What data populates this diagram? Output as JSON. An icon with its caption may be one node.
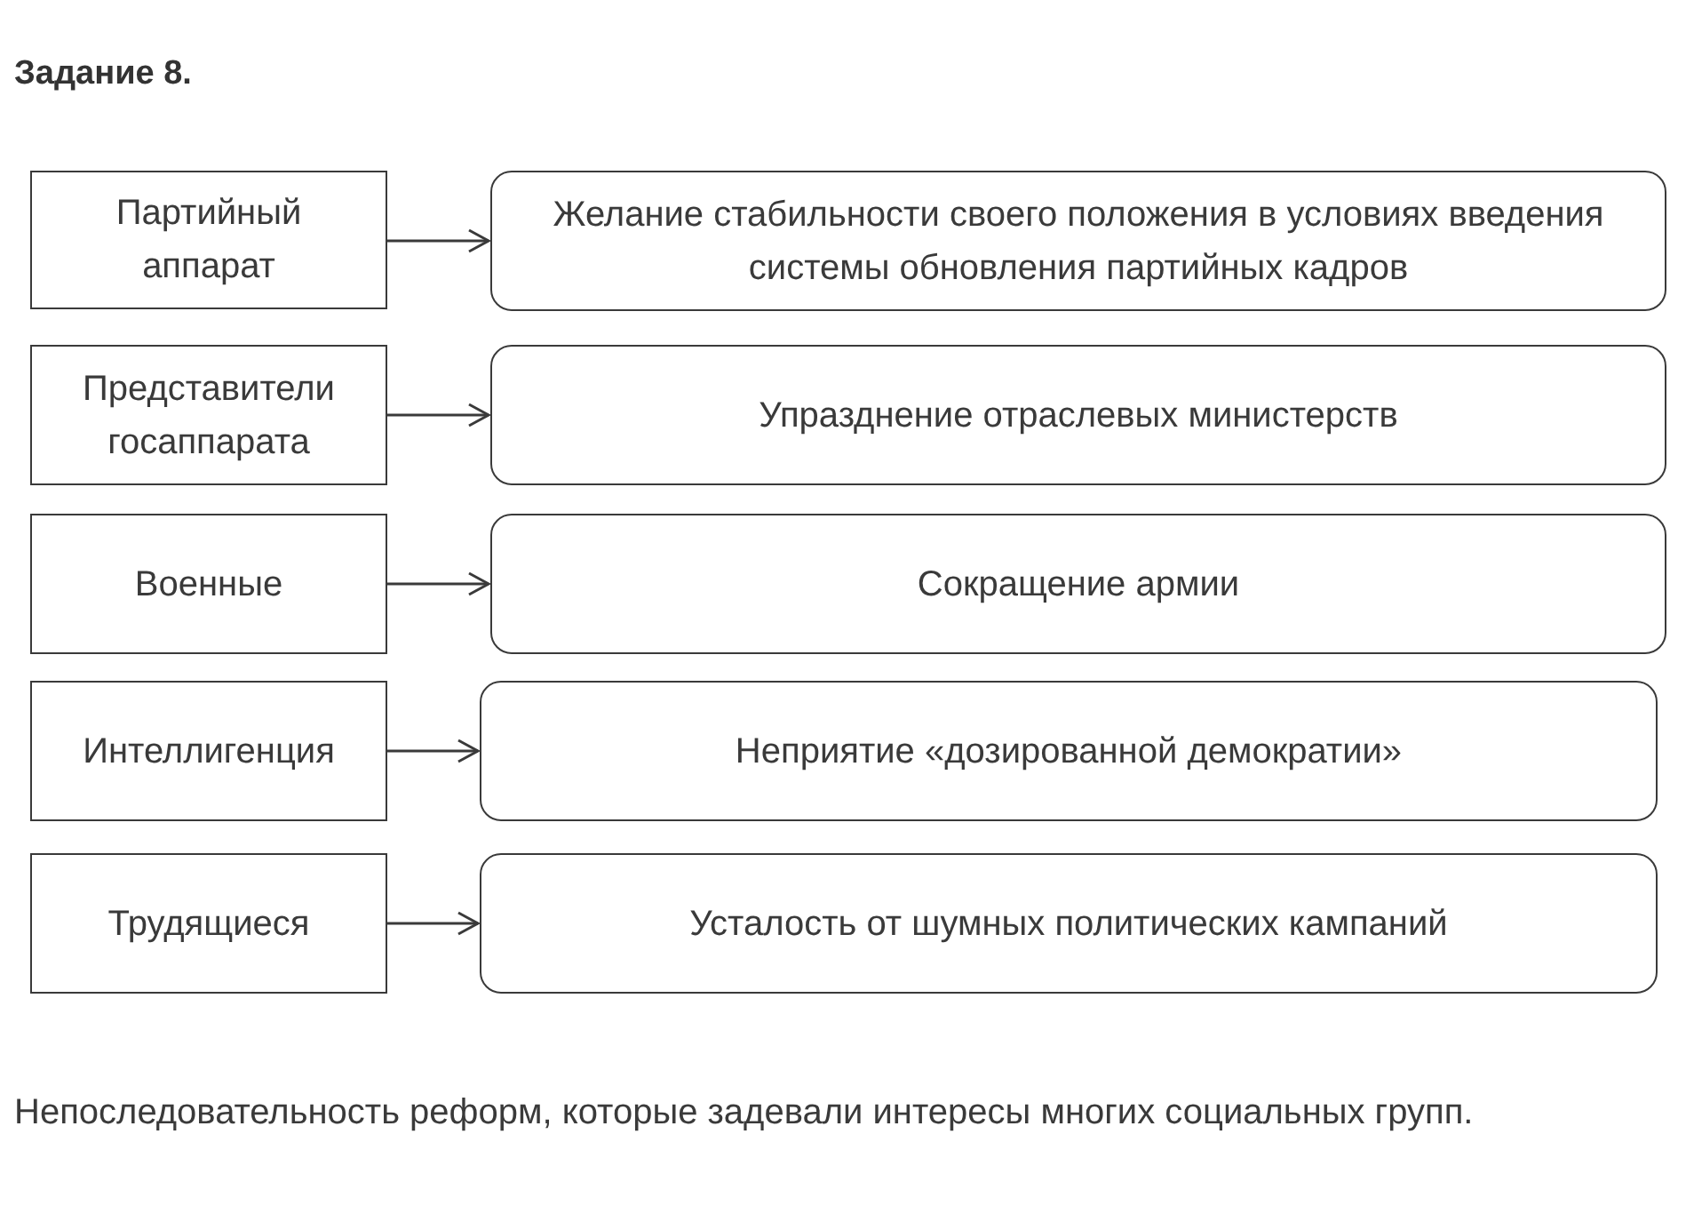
{
  "diagram": {
    "title": "Задание 8.",
    "nodes": [
      {
        "text": [
          "Партийный аппарат"
        ]
      },
      {
        "text": [
          "Желание стабильности своего положения в условиях введения системы обновления партийных кадров"
        ]
      },
      {
        "text": [
          "Представители госаппарата"
        ]
      },
      {
        "text": [
          "Упразднение отраслевых министерств"
        ]
      },
      {
        "text": [
          "Военные"
        ]
      },
      {
        "text": [
          "Сокращение армии"
        ]
      },
      {
        "text": [
          "Интеллигенция"
        ]
      },
      {
        "text": [
          "Неприятие «дозированной демократии»"
        ]
      },
      {
        "text": [
          "Трудящиеся"
        ]
      },
      {
        "text": [
          "Усталость от шумных политических кампаний"
        ]
      }
    ],
    "edges": [
      {
        "from": 0,
        "to": 1,
        "arrow": "to"
      },
      {
        "from": 2,
        "to": 3,
        "arrow": "to"
      },
      {
        "from": 4,
        "to": 5,
        "arrow": "to"
      },
      {
        "from": 6,
        "to": 7,
        "arrow": "to"
      },
      {
        "from": 8,
        "to": 9,
        "arrow": "to"
      }
    ],
    "caption": "Непоследовательность реформ, которые задевали интересы многих социальных групп."
  }
}
